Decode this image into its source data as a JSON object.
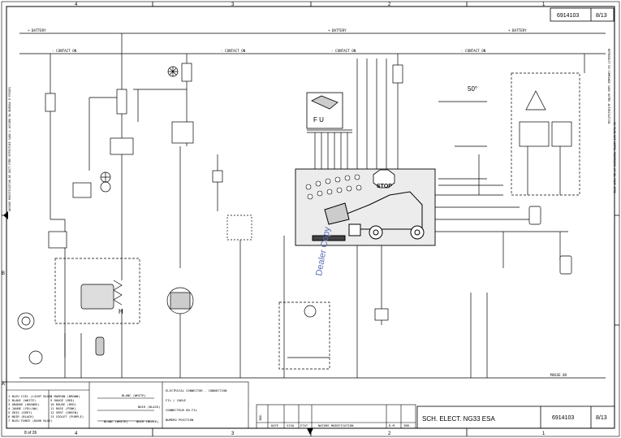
{
  "sheet": {
    "doc_number": "6914103",
    "page": "8/13",
    "title": "SCH. ELECT. NG33 ESA",
    "page_counter": "8 of 26"
  },
  "grid": {
    "columns": [
      "4",
      "3",
      "2",
      "1"
    ],
    "rows": [
      "A",
      "B"
    ]
  },
  "rails": {
    "battery": "+ BATTERY",
    "contact_on": "- CONTACT ON",
    "masse": "MASSE 0V"
  },
  "margin_notes": {
    "left": "AUCUNE MODIFICATION NE DOIT ETRE EFFECTUEE SANS L'ACCORD DU BUREAU D'ETUDES",
    "right_1": "REPRODUIT EN COMMANDE SANS NOTRE AUTORISATION",
    "right_2": "CE PLAN EST NOTRE PROPRIETE ET NE PEUT ETRE"
  },
  "dashboard": {
    "stop_label": "STOP",
    "watermark": "Dealer Copy"
  },
  "symbols": {
    "fu_label": "F U",
    "angle_label": "50°",
    "h_label": "H"
  },
  "legend": {
    "colors": [
      "1 BLEU CIEL (LIGHT BLUE)",
      "2 BLANC (WHITE)",
      "3 ORANGE (ORANGE)",
      "4 JAUNE (YELLOW)",
      "5 GRIS (GREY)",
      "6 NOIR (BLACK)",
      "7 BLEU FONCE (DARK BLUE)"
    ],
    "colors_b": [
      "8 MARRON (BROWN)",
      "9 ROUGE (RED)",
      "10 ROUGE (RED)",
      "11 ROSE (PINK)",
      "12 VERT (GREEN)",
      "13 VIOLET (PURPLE)"
    ],
    "wire_example_1": "BLANC (WHITE)",
    "wire_example_2": "NOIR (BLACK)",
    "wire_example_3": "BLANC (WHITE)",
    "wire_example_4": "NOIR (BLACK)",
    "notes": [
      "ELECTRICAL CONNECTOR - CONNECTION",
      "FIL / CABLE",
      "CONNECTEUR EN FIL",
      "NUMERO POSITION"
    ]
  },
  "revision_block": {
    "date": "DATE",
    "visa": "VISA",
    "etat": "ETAT",
    "nature": "NATURE MODIFICATION",
    "dm": "D.M.",
    "ind": "IND."
  },
  "colors": {
    "line": "#000000",
    "panel_fill": "#e9e9e9",
    "watermark": "#5a6fb8"
  }
}
